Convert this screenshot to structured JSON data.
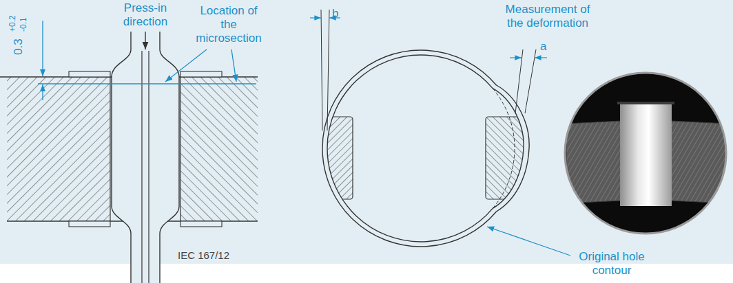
{
  "diagram": {
    "labels": [
      "Press-in direction",
      "Location of the microsection",
      "0.3",
      "+0.2",
      "-0.1",
      "IEC 167/12",
      "b",
      "Measurement of the deformation",
      "a",
      "Original hole contour"
    ]
  }
}
